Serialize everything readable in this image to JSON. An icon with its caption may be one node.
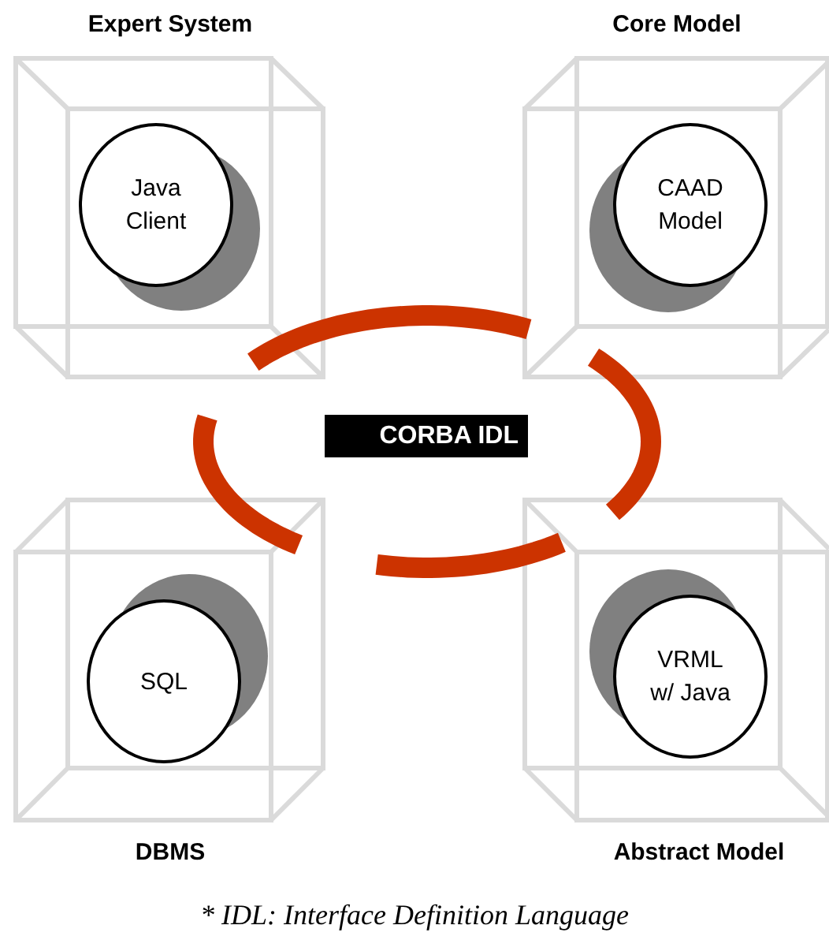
{
  "diagram": {
    "caption": "* IDL: Interface Definition Language",
    "nodes": [
      {
        "text": [
          "Expert System"
        ]
      },
      {
        "text": [
          "Java Client"
        ],
        "in": 0
      },
      {
        "text": [
          "Core Model"
        ]
      },
      {
        "text": [
          "CAAD Model"
        ],
        "in": 2
      },
      {
        "text": [
          "CORBA IDL"
        ]
      },
      {
        "text": [
          "DBMS"
        ]
      },
      {
        "text": [
          "SQL"
        ],
        "in": 5
      },
      {
        "text": [
          "Abstract Model"
        ]
      },
      {
        "text": [
          "VRML w/ Java"
        ],
        "in": 7
      }
    ]
  }
}
